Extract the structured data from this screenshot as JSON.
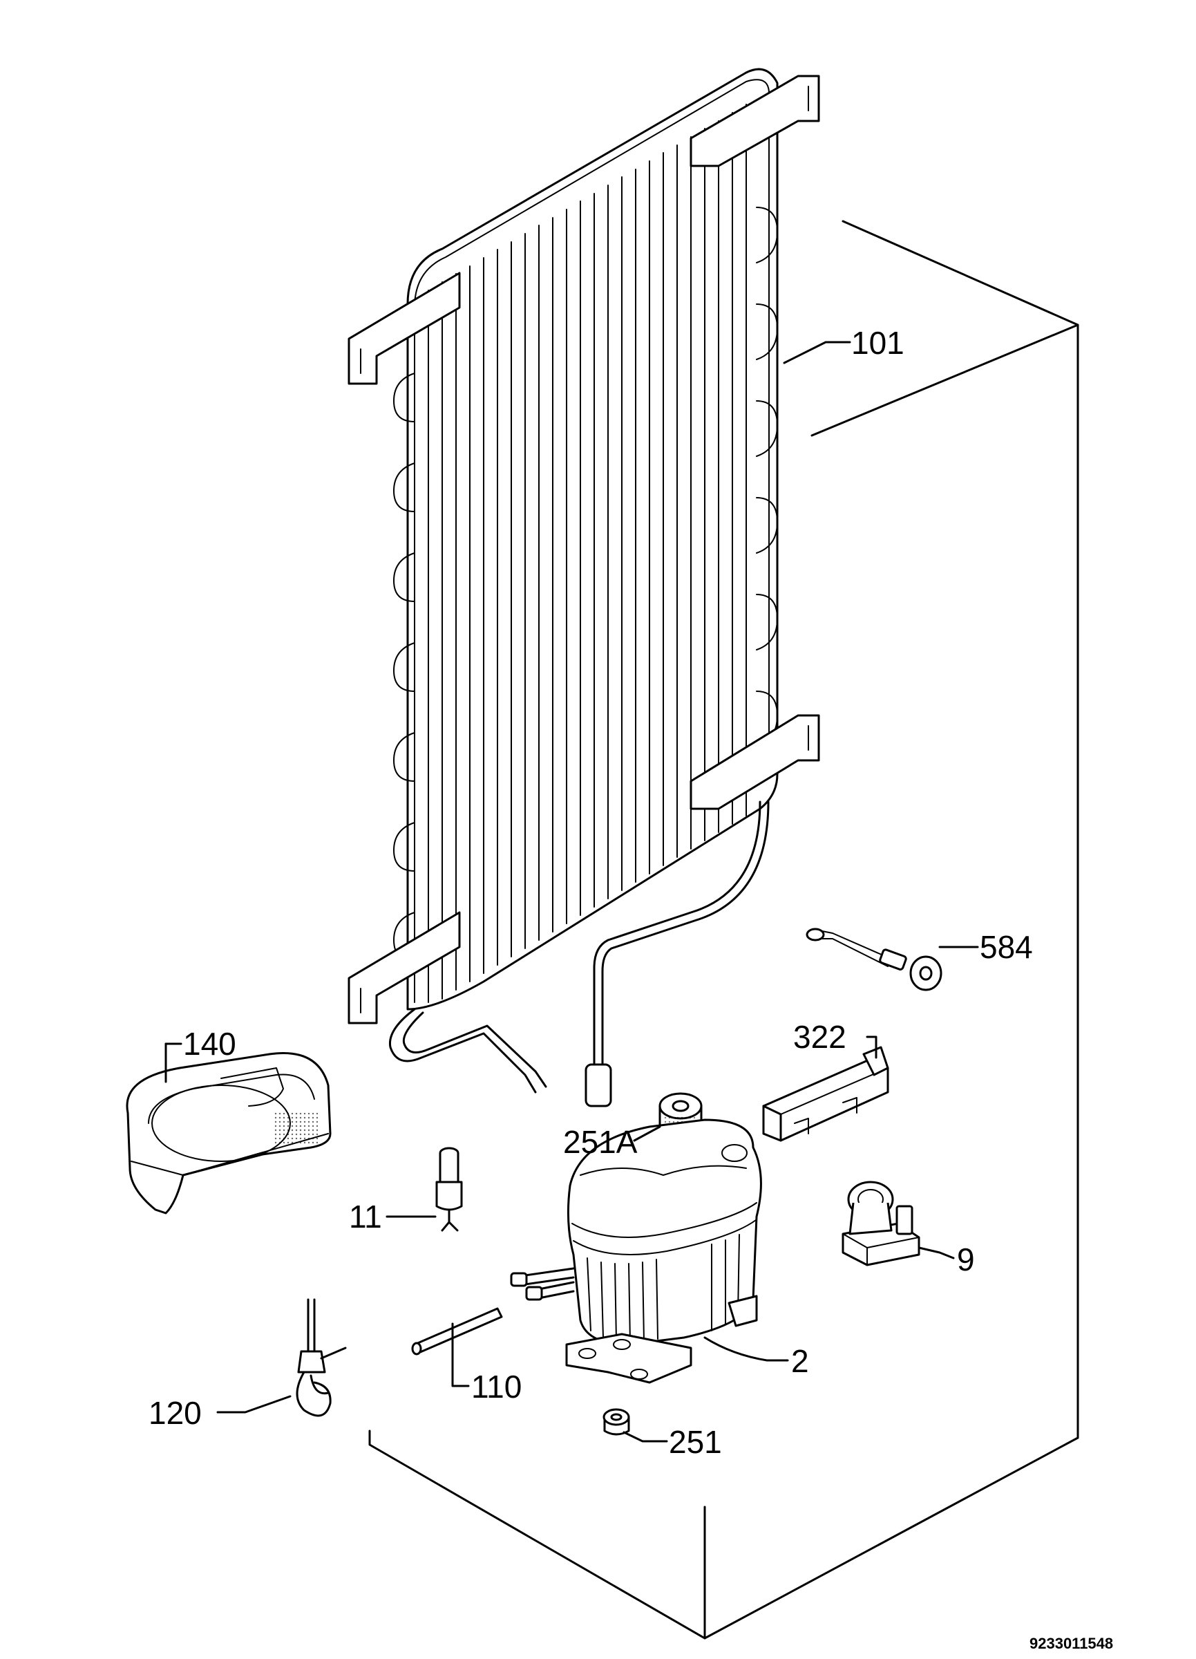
{
  "labels": {
    "p101": "101",
    "p584": "584",
    "p322": "322",
    "p140": "140",
    "p251a": "251A",
    "p11": "11",
    "p9": "9",
    "p2": "2",
    "p110": "110",
    "p120": "120",
    "p251": "251"
  },
  "doc_id": "9233011548"
}
